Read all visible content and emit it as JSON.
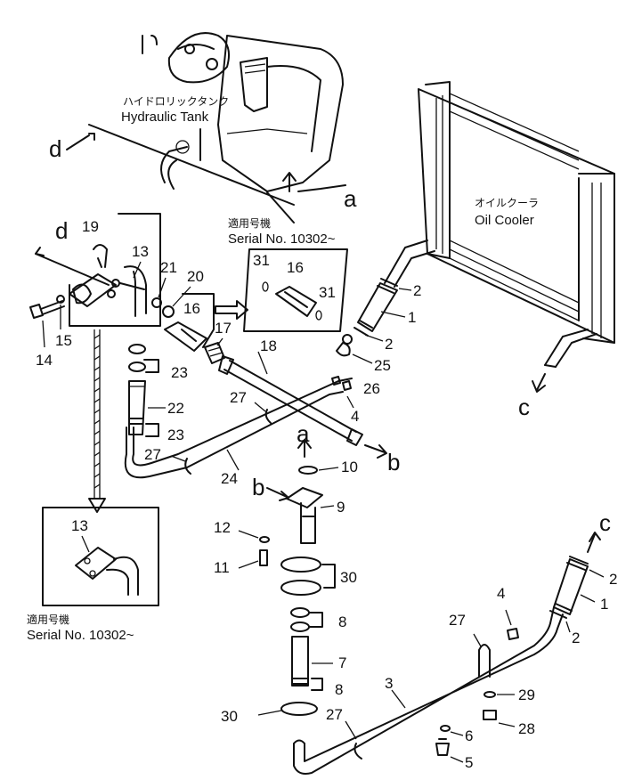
{
  "labels": {
    "hydraulic_tank_jp": "ハイドロリックタンク",
    "hydraulic_tank_en": "Hydraulic Tank",
    "oil_cooler_jp": "オイルクーラ",
    "oil_cooler_en": "Oil Cooler",
    "serial_jp": "適用号機",
    "serial_en": "Serial No. 10302~"
  },
  "letters": {
    "a": "a",
    "b": "b",
    "c": "c",
    "d": "d"
  },
  "parts": {
    "p1": "1",
    "p2": "2",
    "p3": "3",
    "p4": "4",
    "p5": "5",
    "p6": "6",
    "p7": "7",
    "p8": "8",
    "p9": "9",
    "p10": "10",
    "p11": "11",
    "p12": "12",
    "p13": "13",
    "p14": "14",
    "p15": "15",
    "p16": "16",
    "p17": "17",
    "p18": "18",
    "p19": "19",
    "p20": "20",
    "p21": "21",
    "p22": "22",
    "p23": "23",
    "p24": "24",
    "p25": "25",
    "p26": "26",
    "p27": "27",
    "p28": "28",
    "p29": "29",
    "p30": "30",
    "p31": "31"
  }
}
